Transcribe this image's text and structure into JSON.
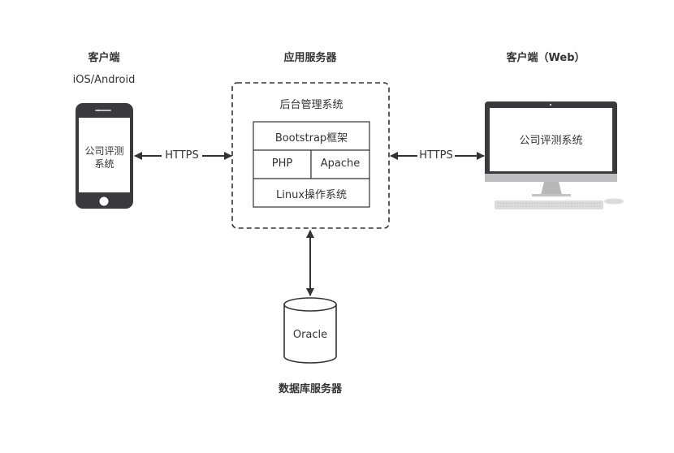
{
  "client": {
    "title": "客户端",
    "platform": "iOS/Android",
    "screen_text_line1": "公司评测",
    "screen_text_line2": "系统"
  },
  "app_server": {
    "title": "应用服务器",
    "group_label": "后台管理系统",
    "bootstrap": "Bootstrap框架",
    "php": "PHP",
    "apache": "Apache",
    "linux": "Linux操作系统"
  },
  "web_client": {
    "title": "客户端（Web）",
    "screen_text": "公司评测系统"
  },
  "links": {
    "left_protocol": "HTTPS",
    "right_protocol": "HTTPS"
  },
  "database": {
    "name": "Oracle",
    "title": "数据库服务器"
  },
  "colors": {
    "device_body": "#3a3a3c",
    "monitor_stand": "#b8b8b8",
    "keyboard": "#dcdcdc",
    "stroke": "#333333"
  },
  "icons": {
    "phone": "smartphone-icon",
    "monitor": "desktop-monitor-icon",
    "keyboard": "keyboard-icon",
    "mouse": "mouse-icon",
    "database": "database-cylinder-icon"
  }
}
